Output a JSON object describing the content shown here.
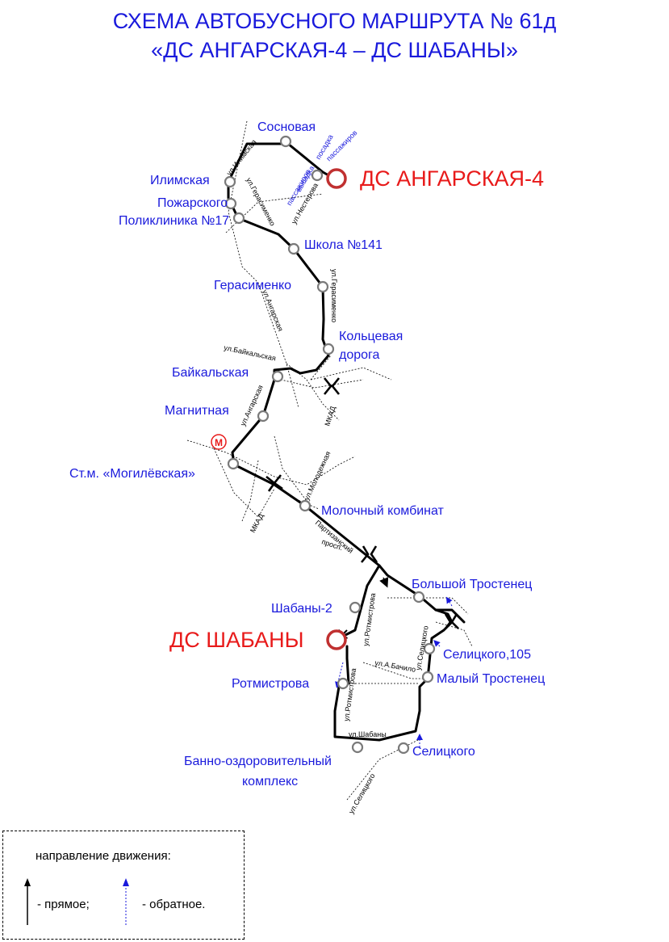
{
  "title": {
    "line1": "СХЕМА АВТОБУСНОГО МАРШРУТА № 61д",
    "line2": "«ДС АНГАРСКАЯ-4 – ДС ШАБАНЫ»"
  },
  "terminals": {
    "start": "ДС АНГАРСКАЯ-4",
    "end": "ДС ШАБАНЫ"
  },
  "stops": {
    "sosnovaya": "Сосновая",
    "ilimskaya": "Илимская",
    "pozharskogo": "Пожарского",
    "poliklinika": "Поликлиника №17",
    "shkola": "Школа №141",
    "gerasimenko": "Герасименко",
    "kolcevaya1": "Кольцевая",
    "kolcevaya2": "дорога",
    "baikalskaya": "Байкальская",
    "magnitnaya": "Магнитная",
    "mogilevskaya": "Ст.м. «Могилёвская»",
    "molochny": "Молочный комбинат",
    "bolshoy": "Большой Тростенец",
    "shabany2": "Шабаны-2",
    "selickogo105": "Селицкого,105",
    "maly": "Малый Тростенец",
    "rotmistrova": "Ротмистрова",
    "selickogo": "Селицкого",
    "banno1": "Банно-оздоровительный",
    "banno2": "комплекс"
  },
  "streets": {
    "ilimskaya": "ул.Илимская",
    "gerasimenko_short": "ул.Герасименко",
    "nesterova": "ул.Нестерова",
    "gerasimenko": "ул.Герасименко",
    "angarskaya1": "ул.Ангарская",
    "baikalskaya": "ул.Байкальская",
    "angarskaya2": "ул.Ангарская",
    "mkad1": "МКАД",
    "mkad2": "МКАД",
    "molodezhnaya": "ул.Молодежная",
    "partizansky1": "Партизанский",
    "partizansky2": "просп.",
    "rotmistrova1": "ул.Ротмистрова",
    "selickogo1": "ул.Селицкого",
    "bachilo": "ул.А.Бачило",
    "rotmistrova2": "ул.Ротмистрова",
    "shabany": "ул.Шабаны",
    "selickogo2": "ул.Селицкого"
  },
  "boarding": {
    "posadka": "посадка",
    "posadka2": "пассажиров",
    "vysadka": "высадка",
    "vysadka2": "пассажиров"
  },
  "metro_symbol": "М",
  "legend": {
    "title": "направление движения:",
    "forward": "- прямое;",
    "backward": "- обратное."
  },
  "colors": {
    "label_blue": "#1a1adc",
    "terminal_red": "#e81a1a",
    "route": "#000000",
    "stop_circle": "#7a7a7a"
  }
}
